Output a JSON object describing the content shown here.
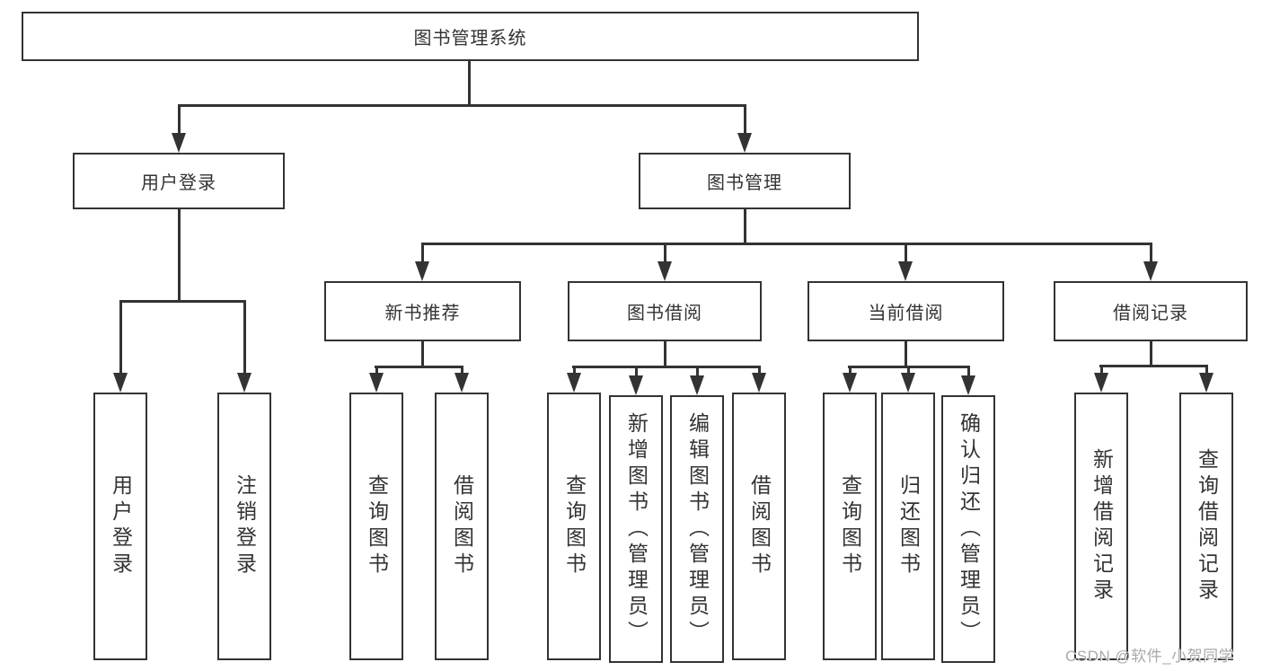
{
  "tree": {
    "root": {
      "label": "图书管理系统"
    },
    "branches": [
      {
        "label": "用户登录",
        "leaves": [
          {
            "label": "用户登录"
          },
          {
            "label": "注销登录"
          }
        ]
      },
      {
        "label": "图书管理",
        "groups": [
          {
            "label": "新书推荐",
            "leaves": [
              {
                "label": "查询图书"
              },
              {
                "label": "借阅图书"
              }
            ]
          },
          {
            "label": "图书借阅",
            "leaves": [
              {
                "label": "查询图书"
              },
              {
                "label": "新增图书（管理员）"
              },
              {
                "label": "编辑图书（管理员）"
              },
              {
                "label": "借阅图书"
              }
            ]
          },
          {
            "label": "当前借阅",
            "leaves": [
              {
                "label": "查询图书"
              },
              {
                "label": "归还图书"
              },
              {
                "label": "确认归还（管理员）"
              }
            ]
          },
          {
            "label": "借阅记录",
            "leaves": [
              {
                "label": "新增借阅记录"
              },
              {
                "label": "查询借阅记录"
              }
            ]
          }
        ]
      }
    ]
  },
  "watermark": {
    "text": "CSDN @软件_小贺同学"
  },
  "colors": {
    "line": "#333333",
    "text": "#333333",
    "background": "#ffffff",
    "watermark": "#a9a9a9"
  }
}
